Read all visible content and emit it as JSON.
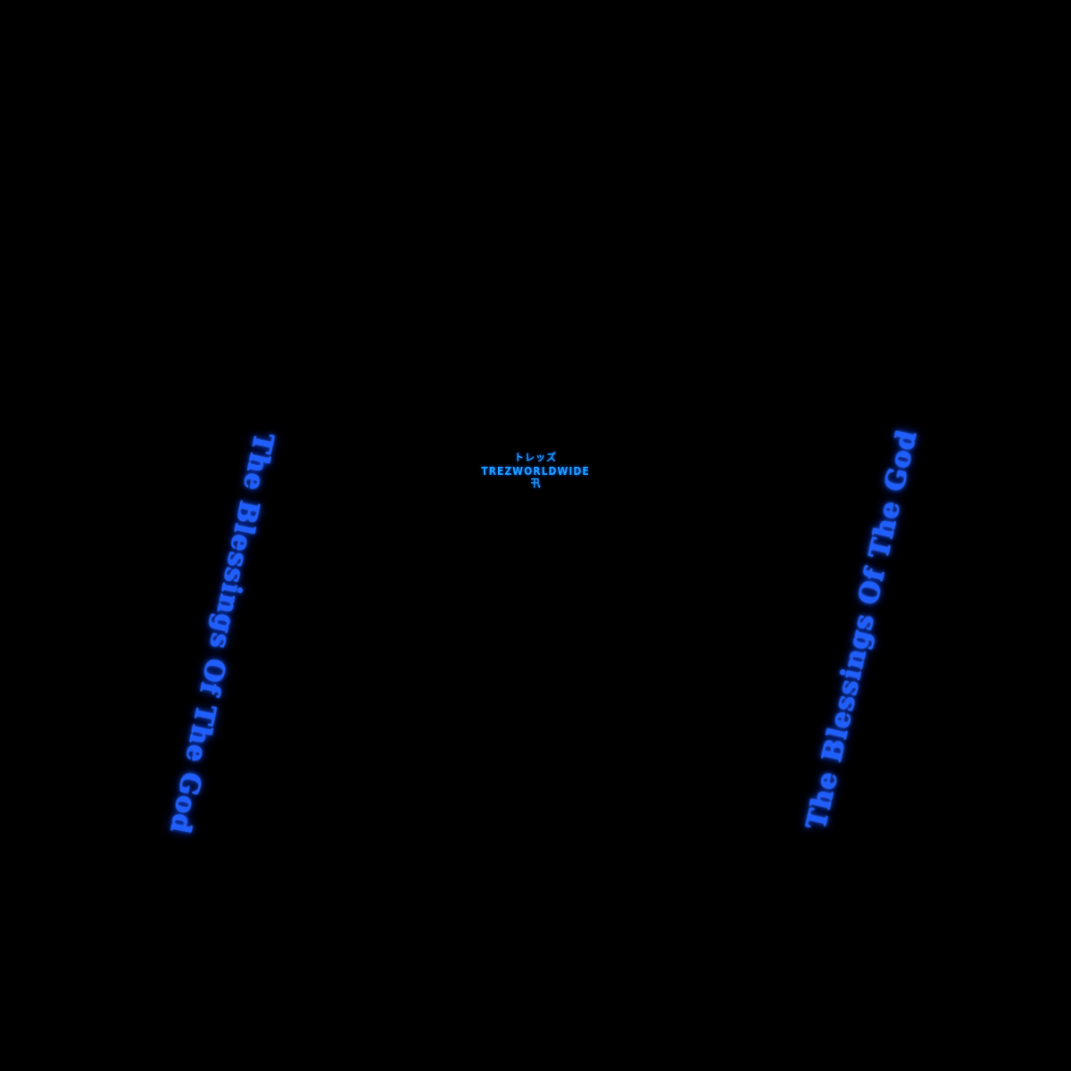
{
  "logo": {
    "kana": "トレッズ",
    "wordmark": "TREZWORLDWIDE",
    "mark": "卂"
  },
  "left_arm": {
    "text": "The Blessings Of The God"
  },
  "right_arm": {
    "text": "The Blessings Of The God"
  },
  "colors": {
    "background": "#000000",
    "logo_blue": "#1ea0ff",
    "arm_blue": "#1f5fff"
  }
}
